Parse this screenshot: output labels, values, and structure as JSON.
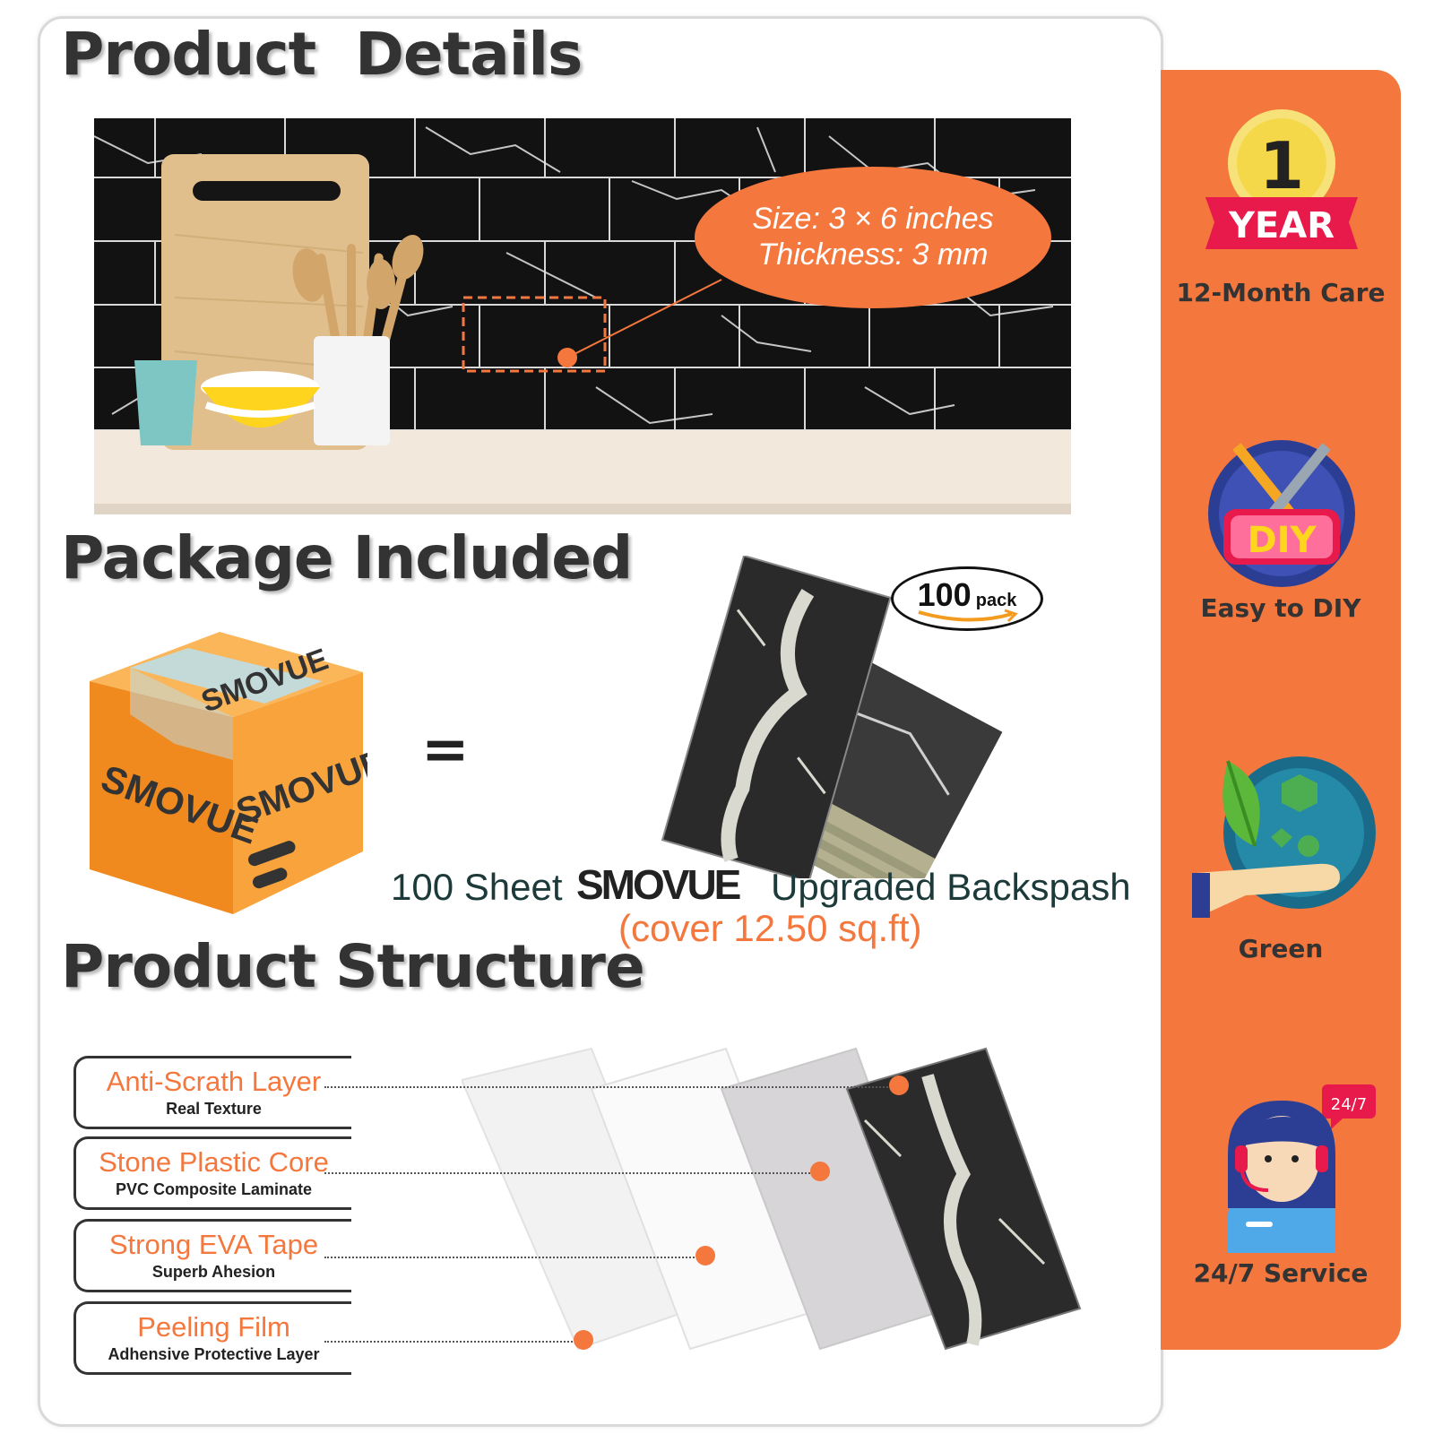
{
  "headings": {
    "product_details": "Product  Details",
    "package_included": "Package Included",
    "product_structure": "Product Structure"
  },
  "size_callout": {
    "size": "Size: 3 × 6 inches",
    "thickness": "Thickness: 3 mm"
  },
  "package": {
    "badge_number": "100",
    "badge_unit": "pack",
    "equals": "=",
    "count_text": "100 Sheet",
    "brand": "SMOVUE",
    "product_text": "Upgraded Backspash",
    "cover_text": "(cover 12.50 sq.ft)"
  },
  "layers": [
    {
      "title": "Anti-Scrath Layer",
      "subtitle": "Real Texture"
    },
    {
      "title": "Stone Plastic Core",
      "subtitle": "PVC Composite Laminate"
    },
    {
      "title": "Strong EVA Tape",
      "subtitle": "Superb Ahesion"
    },
    {
      "title": "Peeling Film",
      "subtitle": "Adhensive Protective Layer"
    }
  ],
  "features": [
    {
      "label": "12-Month Care",
      "icon": "one-year-badge-icon",
      "badge_number": "1",
      "badge_text": "YEAR"
    },
    {
      "label": "Easy to DIY",
      "icon": "diy-tools-icon",
      "badge_text": "DIY"
    },
    {
      "label": "Green",
      "icon": "eco-hand-leaf-icon"
    },
    {
      "label": "24/7 Service",
      "icon": "support-agent-icon",
      "badge_text": "24/7"
    }
  ],
  "colors": {
    "accent": "#f4773e",
    "heading": "#333333",
    "dark_text": "#1c3a3a",
    "tile": "#151515"
  }
}
